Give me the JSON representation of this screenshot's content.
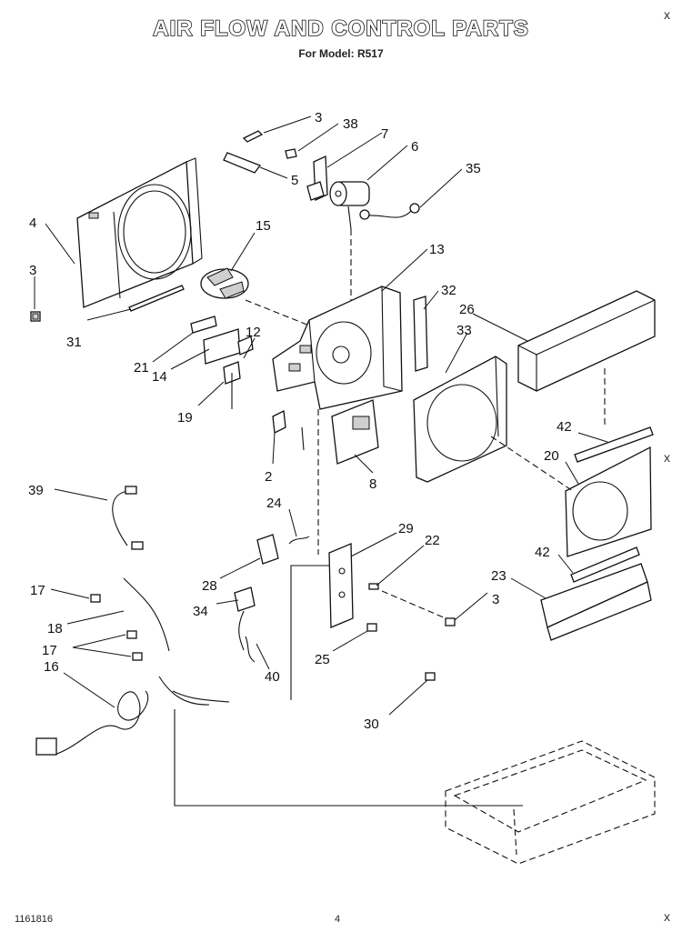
{
  "header": {
    "title": "AIR FLOW AND CONTROL PARTS",
    "subtitle": "For Model: R517"
  },
  "corner_marks": {
    "top_right": "x",
    "right_middle": "x",
    "bottom_right": "x"
  },
  "footer": {
    "doc_number": "1161816",
    "page_number": "4"
  },
  "callouts": [
    "3",
    "38",
    "7",
    "6",
    "35",
    "5",
    "4",
    "15",
    "13",
    "3",
    "32",
    "26",
    "31",
    "12",
    "33",
    "21",
    "14",
    "19",
    "42",
    "20",
    "2",
    "8",
    "39",
    "24",
    "29",
    "22",
    "42",
    "28",
    "23",
    "17",
    "3",
    "18",
    "34",
    "17",
    "25",
    "40",
    "16",
    "30"
  ]
}
